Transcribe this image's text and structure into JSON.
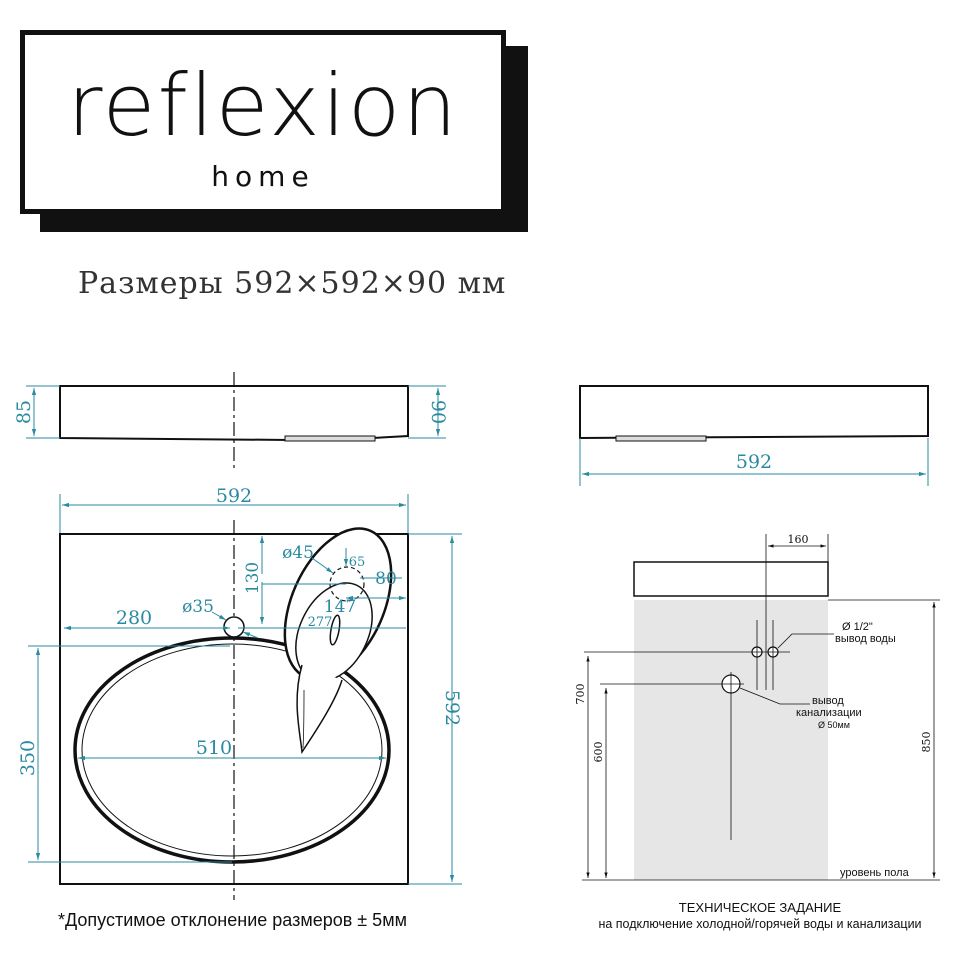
{
  "logo": {
    "main": "reflexion",
    "sub": "home"
  },
  "title": "Размеры 592×592×90 мм",
  "dims": {
    "h85": "85",
    "h90": "90",
    "w592_top": "592",
    "w592_side": "592",
    "h592_right": "592",
    "d280": "280",
    "d35": "ø35",
    "d45": "ø45",
    "d65": "65",
    "d130": "130",
    "d80": "80",
    "d147": "147",
    "d277": "277",
    "d510": "510",
    "d350": "350",
    "d160": "160",
    "d700": "700",
    "d600": "600",
    "d850": "850"
  },
  "labels": {
    "water_size": "Ø 1/2\"",
    "water_outlet": "вывод воды",
    "drain_1": "вывод",
    "drain_2": "канализации",
    "drain_3": "Ø 50мм",
    "floor": "уровень пола"
  },
  "note": "*Допустимое отклонение размеров ± 5мм",
  "tech": {
    "title": "ТЕХНИЧЕСКОЕ ЗАДАНИЕ",
    "subtitle": "на подключение холодной/горячей воды и канализации"
  },
  "colors": {
    "dimension": "#2a8aa0",
    "outline": "#111111",
    "wall": "#e6e6e6"
  }
}
